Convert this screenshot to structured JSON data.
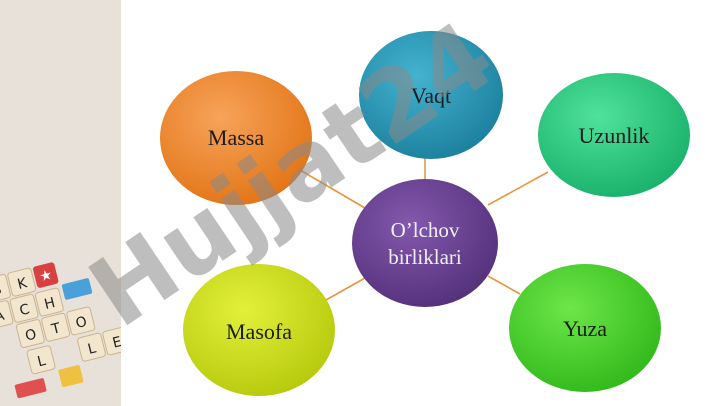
{
  "diagram": {
    "center": {
      "label_line1": "O’lchov",
      "label_line2": "birliklari",
      "color": "#6a3f93"
    },
    "nodes": [
      {
        "label": "Massa",
        "color": "#ef8a2e"
      },
      {
        "label": "Vaqt",
        "color": "#2a9ab8"
      },
      {
        "label": "Uzunlik",
        "color": "#2ccf83"
      },
      {
        "label": "Masofa",
        "color": "#cfe21f"
      },
      {
        "label": "Yuza",
        "color": "#4cd32c"
      }
    ],
    "connector_color": "#e8963f"
  },
  "watermark": {
    "text": "Hujjat24",
    "color_main": "#8a8a8a",
    "color_accent": "#a98ee0"
  },
  "side_tiles": {
    "letters": [
      "S",
      "K",
      "A",
      "C",
      "H",
      "O",
      "T",
      "O",
      "L",
      "L",
      "E"
    ]
  }
}
